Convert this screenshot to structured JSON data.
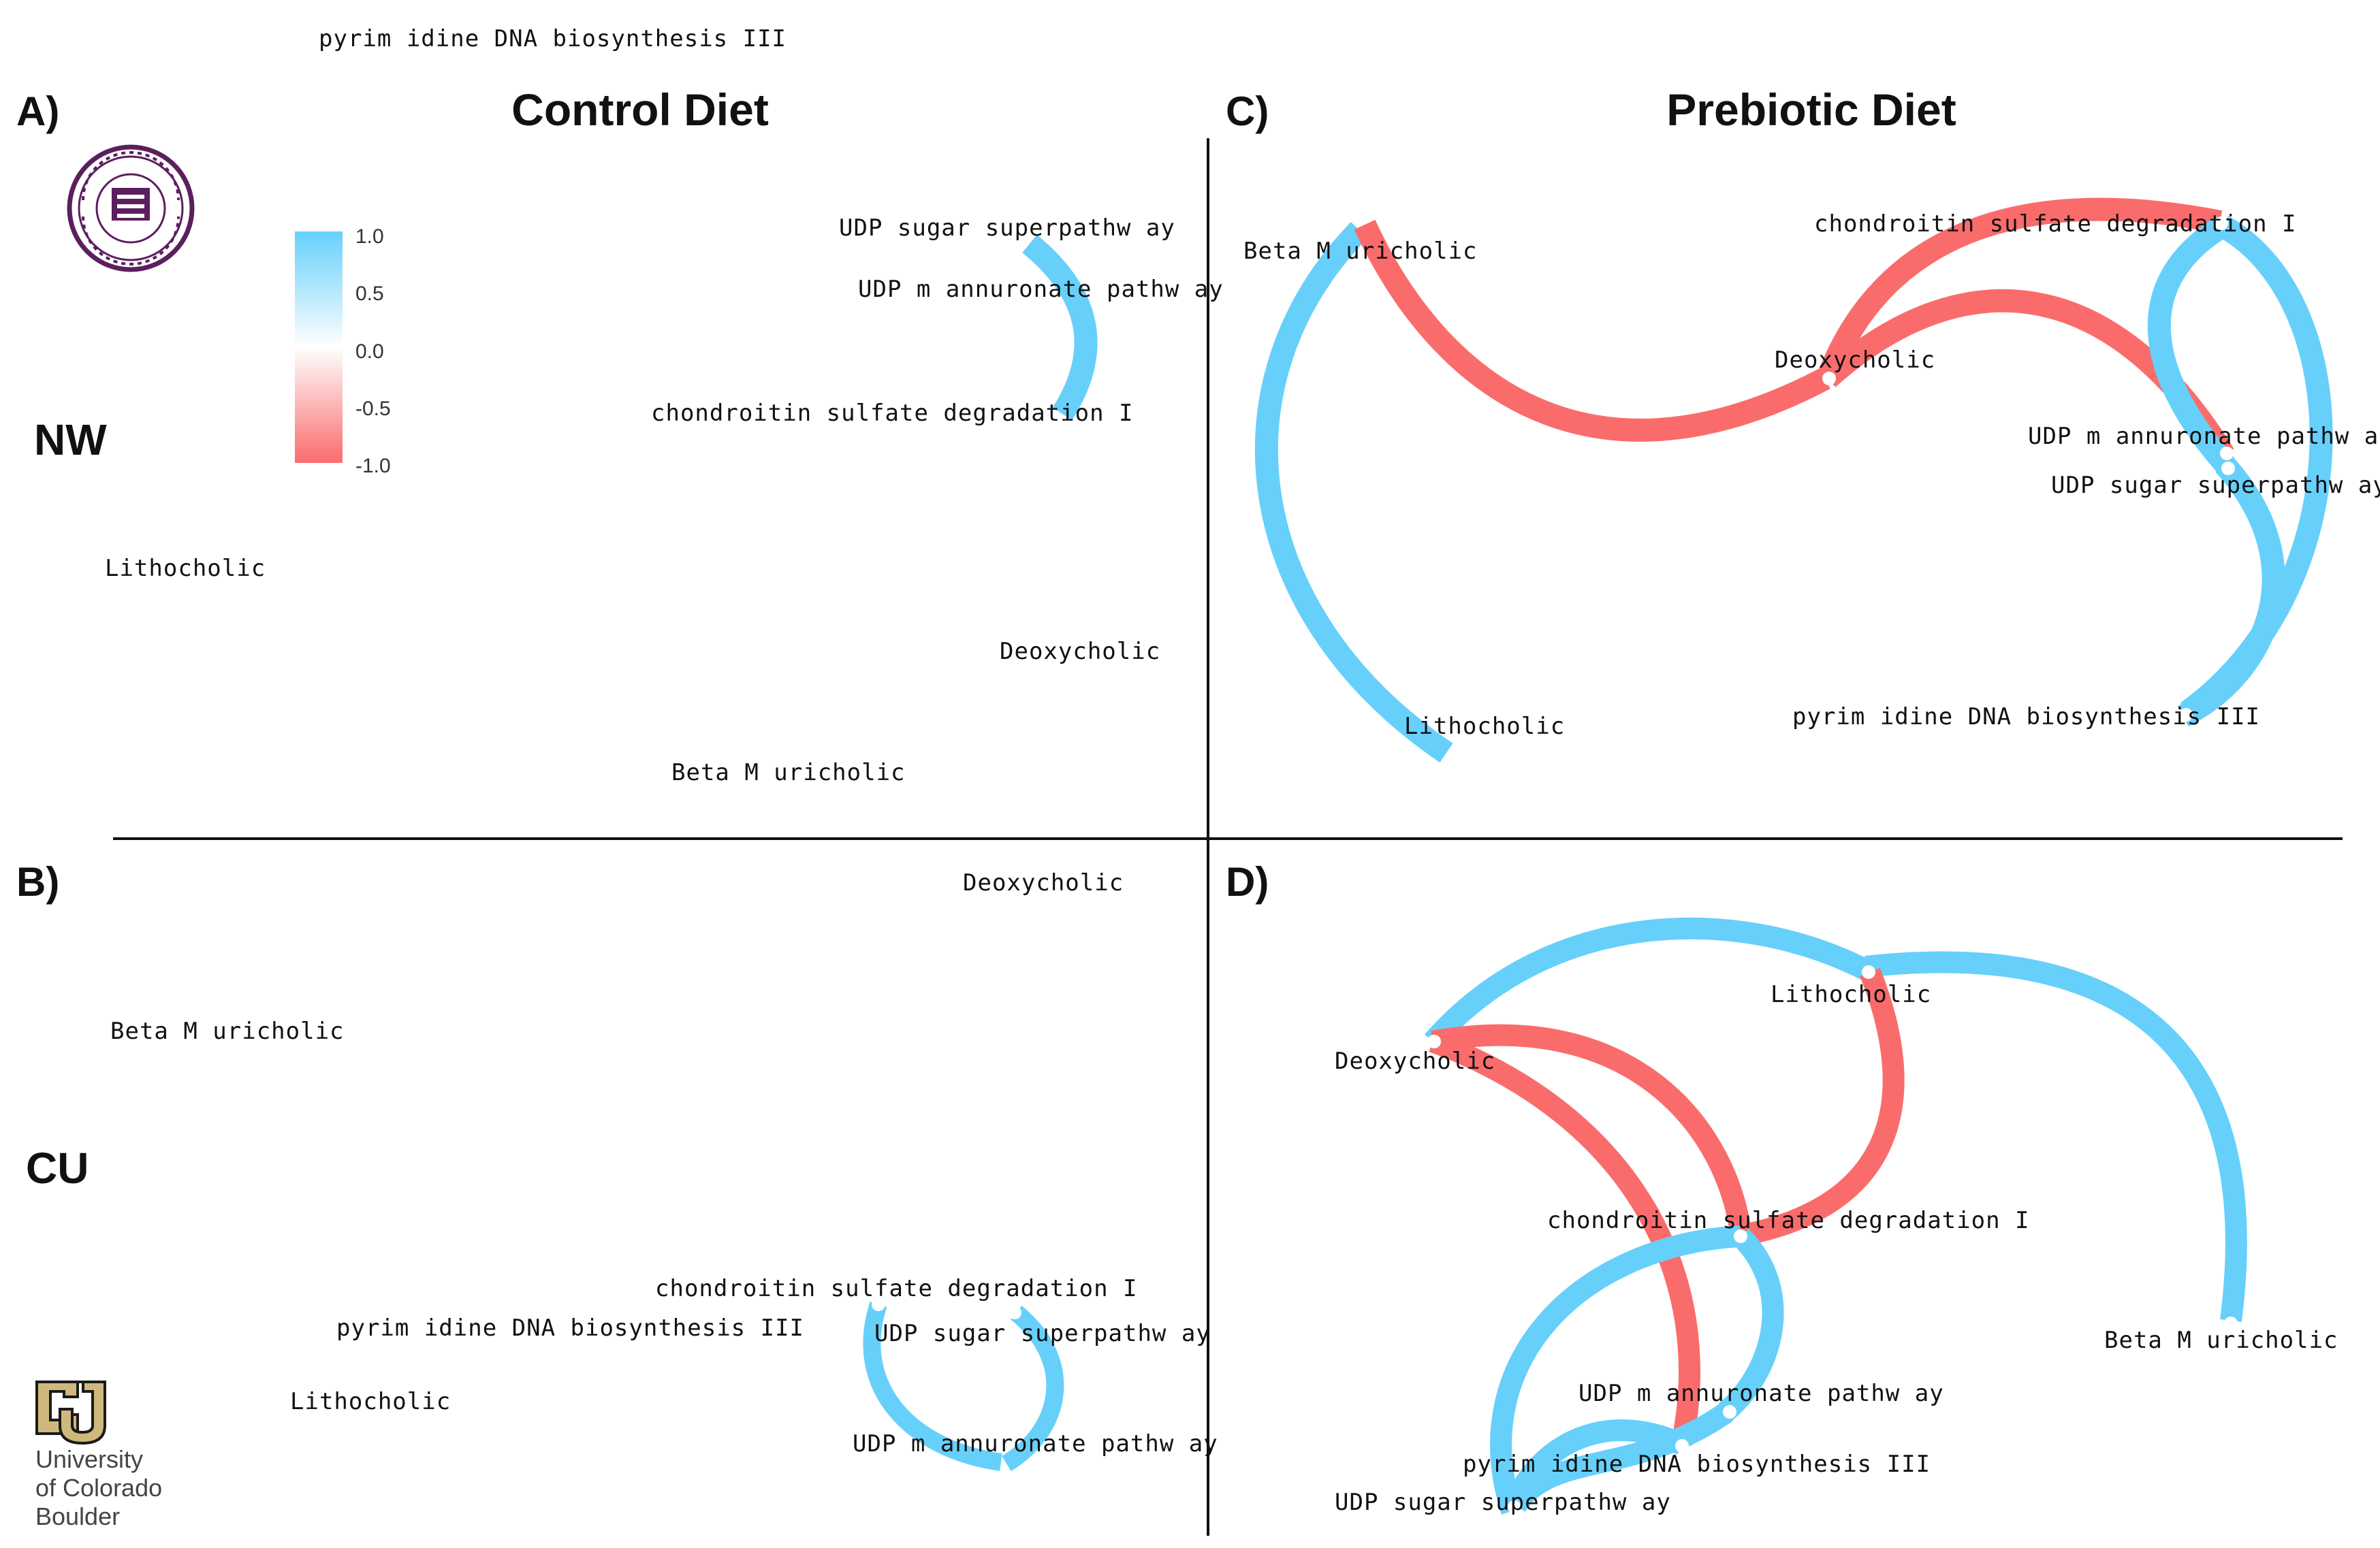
{
  "top_stray_label": "pyrim idine DNA biosynthesis III",
  "panels": {
    "A": {
      "letter": "A)",
      "title": "Control Diet"
    },
    "B": {
      "letter": "B)"
    },
    "C": {
      "letter": "C)",
      "title": "Prebiotic Diet"
    },
    "D": {
      "letter": "D)"
    }
  },
  "sites": {
    "nw": "NW",
    "cu": "CU"
  },
  "legend": {
    "ticks": [
      "1.0",
      "0.5",
      "0.0",
      "-0.5",
      "-1.0"
    ],
    "colors": {
      "positive": "#66d0fb",
      "neutral": "#ffffff",
      "negative": "#fa6c6c"
    }
  },
  "logos": {
    "cu_text": [
      "University",
      "of Colorado",
      "Boulder"
    ]
  },
  "networks": {
    "A": {
      "nodes": {
        "udp_sugar": "UDP sugar superpathw ay",
        "udp_mann": "UDP m annuronate pathw ay",
        "chondroitin": "chondroitin sulfate degradation I",
        "lithocholic": "Lithocholic",
        "deoxycholic": "Deoxycholic",
        "beta_muricholic": "Beta M uricholic"
      },
      "edges": [
        {
          "from": "udp_sugar",
          "to": "chondroitin",
          "sign": "positive"
        }
      ]
    },
    "B": {
      "nodes": {
        "deoxycholic": "Deoxycholic",
        "beta_muricholic": "Beta M uricholic",
        "chondroitin": "chondroitin sulfate degradation I",
        "pyrimidine": "pyrim idine DNA biosynthesis III",
        "udp_sugar": "UDP sugar superpathw ay",
        "lithocholic": "Lithocholic",
        "udp_mann": "UDP m annuronate pathw ay"
      },
      "edges": [
        {
          "from": "chondroitin",
          "to": "udp_mann",
          "sign": "positive"
        },
        {
          "from": "udp_sugar",
          "to": "udp_mann",
          "sign": "positive"
        }
      ]
    },
    "C": {
      "nodes": {
        "beta_muricholic": "Beta M uricholic",
        "chondroitin": "chondroitin sulfate degradation I",
        "deoxycholic": "Deoxycholic",
        "udp_mann": "UDP m annuronate pathw ay",
        "udp_sugar": "UDP sugar superpathw ay",
        "lithocholic": "Lithocholic",
        "pyrimidine": "pyrim idine DNA biosynthesis III"
      },
      "edges": [
        {
          "from": "beta_muricholic",
          "to": "lithocholic",
          "sign": "positive"
        },
        {
          "from": "beta_muricholic",
          "to": "deoxycholic",
          "sign": "negative"
        },
        {
          "from": "deoxycholic",
          "to": "chondroitin",
          "sign": "negative"
        },
        {
          "from": "deoxycholic",
          "to": "udp_mann",
          "sign": "negative"
        },
        {
          "from": "chondroitin",
          "to": "udp_sugar",
          "sign": "positive"
        },
        {
          "from": "chondroitin",
          "to": "pyrimidine",
          "sign": "positive"
        },
        {
          "from": "udp_mann",
          "to": "pyrimidine",
          "sign": "positive"
        }
      ]
    },
    "D": {
      "nodes": {
        "lithocholic": "Lithocholic",
        "deoxycholic": "Deoxycholic",
        "chondroitin": "chondroitin sulfate degradation I",
        "beta_muricholic": "Beta M uricholic",
        "udp_mann": "UDP m annuronate pathw ay",
        "pyrimidine": "pyrim idine DNA biosynthesis III",
        "udp_sugar": "UDP sugar superpathw ay"
      },
      "edges": [
        {
          "from": "deoxycholic",
          "to": "lithocholic",
          "sign": "positive"
        },
        {
          "from": "lithocholic",
          "to": "beta_muricholic",
          "sign": "positive"
        },
        {
          "from": "lithocholic",
          "to": "chondroitin",
          "sign": "negative"
        },
        {
          "from": "deoxycholic",
          "to": "chondroitin",
          "sign": "negative"
        },
        {
          "from": "deoxycholic",
          "to": "pyrimidine",
          "sign": "negative"
        },
        {
          "from": "chondroitin",
          "to": "udp_sugar",
          "sign": "positive"
        },
        {
          "from": "chondroitin",
          "to": "udp_mann",
          "sign": "positive"
        },
        {
          "from": "pyrimidine",
          "to": "udp_sugar",
          "sign": "positive"
        },
        {
          "from": "udp_mann",
          "to": "udp_sugar",
          "sign": "positive"
        }
      ]
    }
  }
}
